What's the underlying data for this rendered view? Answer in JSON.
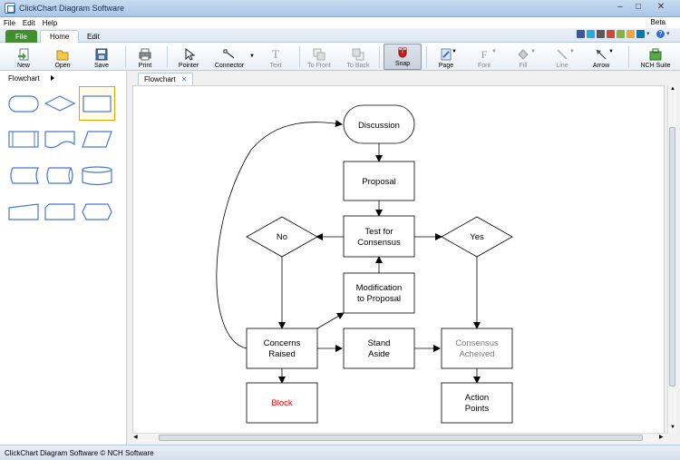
{
  "window": {
    "title": "ClickChart Diagram Software"
  },
  "menu": {
    "items": [
      "File",
      "Edit",
      "Help"
    ],
    "beta": "Beta"
  },
  "ribbon": {
    "tabs": [
      "File",
      "Home",
      "Edit"
    ]
  },
  "toolbar": {
    "new": "New",
    "open": "Open",
    "save": "Save",
    "print": "Print",
    "pointer": "Pointer",
    "connector": "Connector",
    "text": "Text",
    "to_front": "To Front",
    "to_back": "To Back",
    "snap": "Snap",
    "page": "Page",
    "font": "Font",
    "fill": "Fill",
    "line": "Line",
    "arrow": "Arrow",
    "nch_suite": "NCH Suite"
  },
  "sidebar": {
    "category": "Flowchart"
  },
  "document": {
    "tab": "Flowchart"
  },
  "flowchart": {
    "discussion": "Discussion",
    "proposal": "Proposal",
    "test_line1": "Test for",
    "test_line2": "Consensus",
    "no": "No",
    "yes": "Yes",
    "modification_line1": "Modification",
    "modification_line2": "to Proposal",
    "concerns_line1": "Concerns",
    "concerns_line2": "Raised",
    "stand_line1": "Stand",
    "stand_line2": "Aside",
    "consensus_line1": "Consensus",
    "consensus_line2": "Acheived",
    "block": "Block",
    "action_line1": "Action",
    "action_line2": "Points"
  },
  "colors": {
    "block_text": "#e00000",
    "consensus_text": "#7a7a7a",
    "file_tab": "#3f8f2e"
  },
  "status": {
    "text": "ClickChart Diagram Software © NCH Software"
  }
}
